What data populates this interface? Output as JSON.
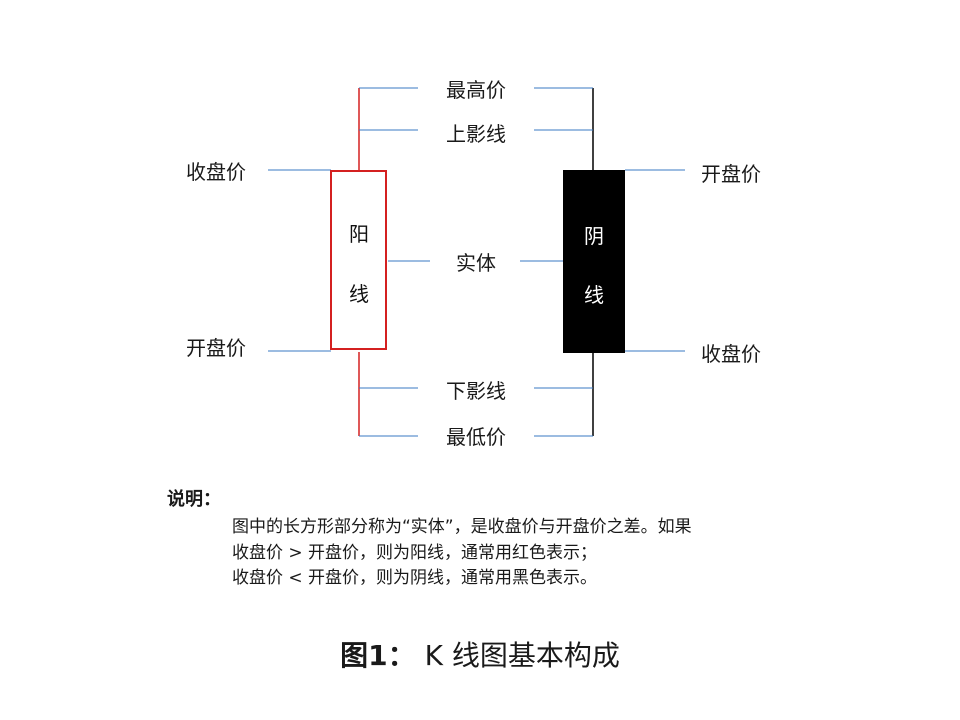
{
  "diagram": {
    "labels": {
      "highest": "最高价",
      "upper_shadow": "上影线",
      "body": "实体",
      "lower_shadow": "下影线",
      "lowest": "最低价",
      "bull_close": "收盘价",
      "bull_open": "开盘价",
      "bear_open": "开盘价",
      "bear_close": "收盘价"
    },
    "bull_candle": {
      "char1": "阳",
      "char2": "线",
      "color": "#d42020"
    },
    "bear_candle": {
      "char1": "阴",
      "char2": "线",
      "color": "#000000"
    },
    "connector_color": "#3a78c3"
  },
  "notes": {
    "title": "说明：",
    "lines": [
      "图中的长方形部分称为“实体”，是收盘价与开盘价之差。如果",
      "收盘价 > 开盘价，则为阳线，通常用红色表示；",
      "收盘价 < 开盘价，则为阴线，通常用黑色表示。"
    ]
  },
  "caption": {
    "number": "图1：",
    "text": "K 线图基本构成"
  }
}
